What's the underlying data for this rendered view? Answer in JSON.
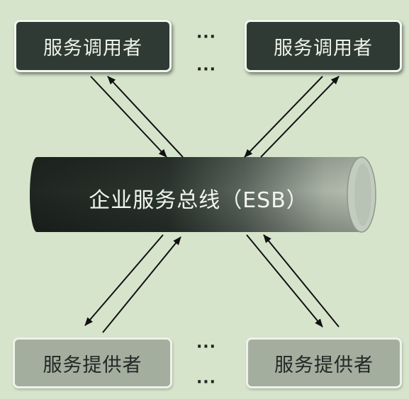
{
  "consumers": [
    {
      "label": "服务调用者"
    },
    {
      "label": "服务调用者"
    }
  ],
  "providers": [
    {
      "label": "服务提供者"
    },
    {
      "label": "服务提供者"
    }
  ],
  "ellipsis": "···",
  "bus": {
    "label": "企业服务总线（ESB）"
  },
  "colors": {
    "background": "#d6e4cc",
    "consumer_fill": "#2e3a33",
    "provider_fill": "#a4ae9f",
    "bus_dark": "#1f2621",
    "bus_light": "#b4beaf"
  }
}
